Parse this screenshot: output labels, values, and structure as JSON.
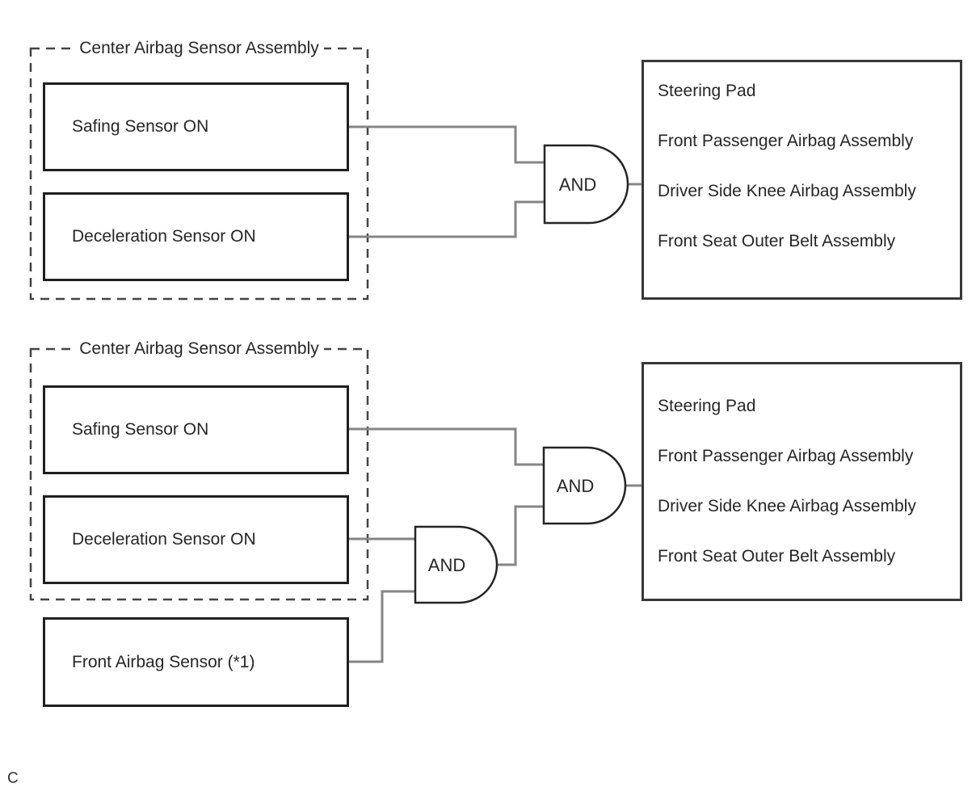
{
  "page_marker": "C",
  "colors": {
    "background": "#ffffff",
    "sensor_box_border": "#1f1f1f",
    "output_box_border": "#383838",
    "dashed_border": "#444444",
    "wire": "#858585",
    "gate_stroke": "#242424",
    "text": "#262626"
  },
  "sections": [
    {
      "assembly": {
        "title": "Center Airbag Sensor Assembly"
      },
      "sensors": [
        {
          "label": "Safing Sensor ON"
        },
        {
          "label": "Deceleration Sensor ON"
        }
      ],
      "gates": [
        {
          "label": "AND"
        }
      ],
      "output_box": {
        "items": [
          "Steering Pad",
          "Front Passenger Airbag Assembly",
          "Driver Side Knee Airbag Assembly",
          "Front Seat Outer Belt Assembly"
        ]
      }
    },
    {
      "assembly": {
        "title": "Center Airbag Sensor Assembly"
      },
      "sensors": [
        {
          "label": "Safing Sensor ON"
        },
        {
          "label": "Deceleration Sensor ON"
        }
      ],
      "external_sensors": [
        {
          "label": "Front Airbag Sensor (*1)"
        }
      ],
      "gates": [
        {
          "label": "AND"
        },
        {
          "label": "AND"
        }
      ],
      "output_box": {
        "items": [
          "Steering Pad",
          "Front Passenger Airbag Assembly",
          "Driver Side Knee Airbag Assembly",
          "Front Seat Outer Belt Assembly"
        ]
      }
    }
  ]
}
